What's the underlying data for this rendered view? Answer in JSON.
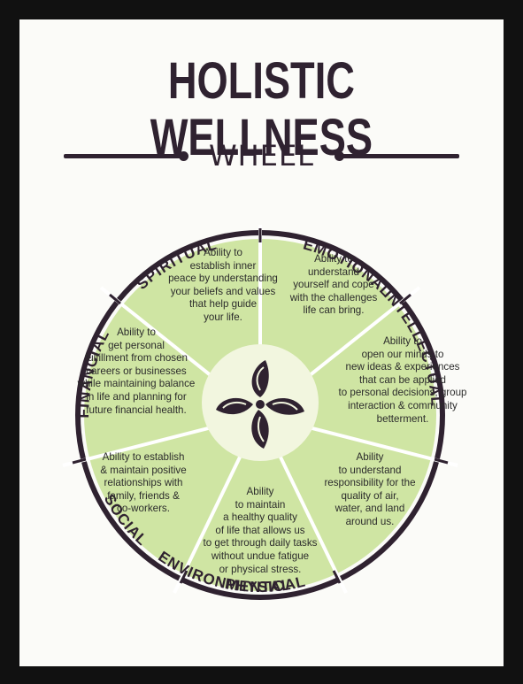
{
  "poster": {
    "title": "HOLISTIC WELLNESS",
    "subtitle": "WHEEL"
  },
  "colors": {
    "ink": "#2f2230",
    "wheel_fill": "#cfe5a3",
    "center_fill": "#f2f6df",
    "dividers": "#ffffff"
  },
  "center": {
    "icon": "flower-icon"
  },
  "dimensions": [
    {
      "name": "SPIRITUAL",
      "description": "Ability to\nestablish inner\npeace by understanding\nyour beliefs and values\nthat help guide\nyour life."
    },
    {
      "name": "EMOTIONAL",
      "description": "Ability to\nunderstand\nyourself and cope\nwith the challenges\nlife can bring."
    },
    {
      "name": "INTELLECTUAL",
      "description": "Ability to\nopen our minds to\nnew ideas & experiences\nthat can be applied\nto personal decisions, group\ninteraction & community\nbetterment."
    },
    {
      "name": "ENVIRONMENTAL",
      "description": "Ability\nto understand\nresponsibility for the\nquality of air,\nwater, and land\naround us."
    },
    {
      "name": "PHYSICAL",
      "description": "Ability\nto maintain\na healthy quality\nof life that allows us\nto get through daily tasks\nwithout undue fatigue\nor physical stress."
    },
    {
      "name": "SOCIAL",
      "description": "Ability to establish\n& maintain positive\nrelationships with\nfamily, friends &\nco-workers."
    },
    {
      "name": "FINANCIAL",
      "description": "Ability to\nget personal\nfulfillment from chosen\ncareers or businesses\nwhile maintaining balance\nin life and planning for\nfuture financial health."
    }
  ]
}
